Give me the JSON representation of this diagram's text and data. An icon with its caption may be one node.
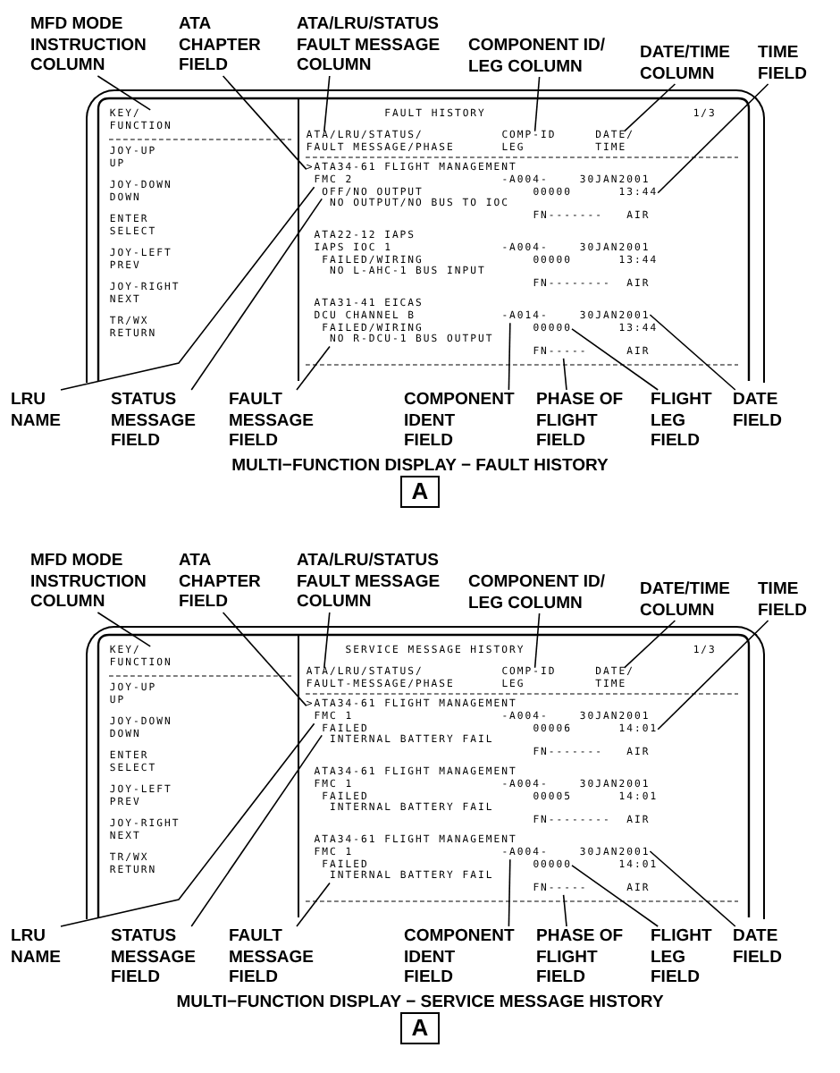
{
  "diagram": {
    "nodes": [
      {
        "text": [
          "MFD MODE INSTRUCTION COLUMN"
        ]
      },
      {
        "text": [
          "ATA CHAPTER FIELD"
        ]
      },
      {
        "text": [
          "ATA/LRU/STATUS FAULT MESSAGE COLUMN"
        ]
      },
      {
        "text": [
          "COMPONENT ID/ LEG COLUMN"
        ]
      },
      {
        "text": [
          "DATE/TIME COLUMN"
        ]
      },
      {
        "text": [
          "TIME FIELD"
        ]
      },
      {
        "text": [
          "FAULT HISTORY",
          "1/3",
          "JOY-UP UP",
          "JOY-DOWN DOWN",
          "ENTER SELECT",
          "JOY-LEFT PREV",
          "JOY-RIGHT NEXT",
          "TR/WX RETURN",
          "-A004-",
          "30JAN2001",
          "00000",
          "NO OUTPUT/NO BUS TO IOC",
          "FN-------",
          "AIR",
          "ATA22-12 IAPS",
          "IAPS IOC 1",
          "-A004-",
          "30JAN2001",
          "FAILED/WIRING",
          "00000",
          "13:44",
          "NO L-AHC-1 BUS INPUT",
          "FN--------",
          "AIR",
          "ATA31-41 EICAS",
          "DCU CHANNEL B",
          "FAILED/WIRING",
          "13:44",
          "AIR"
        ]
      },
      {
        "text": [
          "KEY/ FUNCTION"
        ],
        "in": 6
      },
      {
        "text": [
          "ATA/LRU/STATUS/ FAULT MESSAGE/PHASE"
        ],
        "in": 6
      },
      {
        "text": [
          "COMP-ID LEG"
        ],
        "in": 6
      },
      {
        "text": [
          "DATE/ TIME"
        ],
        "in": 6
      },
      {
        "text": [
          ">ATA34-61 FLIGHT MANAGEMENT"
        ],
        "in": 6
      },
      {
        "text": [
          "FMC 2"
        ],
        "in": 6
      },
      {
        "text": [
          "OFF/NO OUTPUT"
        ],
        "in": 6
      },
      {
        "text": [
          "13:44"
        ],
        "in": 6
      },
      {
        "text": [
          "-A014-"
        ],
        "in": 6
      },
      {
        "text": [
          "30JAN2001"
        ],
        "in": 6
      },
      {
        "text": [
          "00000"
        ],
        "in": 6
      },
      {
        "text": [
          "NO R-DCU-1 BUS OUTPUT"
        ],
        "in": 6
      },
      {
        "text": [
          "FN-----"
        ],
        "in": 6
      },
      {
        "text": [
          "LRU NAME"
        ]
      },
      {
        "text": [
          "STATUS MESSAGE FIELD"
        ]
      },
      {
        "text": [
          "FAULT MESSAGE FIELD"
        ]
      },
      {
        "text": [
          "COMPONENT IDENT FIELD"
        ]
      },
      {
        "text": [
          "PHASE OF FLIGHT FIELD"
        ]
      },
      {
        "text": [
          "FLIGHT LEG FIELD"
        ]
      },
      {
        "text": [
          "DATE FIELD"
        ]
      },
      {
        "text": [
          "A"
        ]
      },
      {
        "text": [
          "MFD MODE INSTRUCTION COLUMN"
        ]
      },
      {
        "text": [
          "ATA CHAPTER FIELD"
        ]
      },
      {
        "text": [
          "ATA/LRU/STATUS FAULT MESSAGE COLUMN"
        ]
      },
      {
        "text": [
          "COMPONENT ID/ LEG COLUMN"
        ]
      },
      {
        "text": [
          "DATE/TIME COLUMN"
        ]
      },
      {
        "text": [
          "TIME FIELD"
        ]
      },
      {
        "text": [
          "SERVICE MESSAGE HISTORY",
          "1/3",
          "JOY-UP UP",
          "JOY-DOWN DOWN",
          "ENTER SELECT",
          "JOY-LEFT PREV",
          "JOY-RIGHT NEXT",
          "TR/WX RETURN",
          "-A004-",
          "30JAN2001",
          "00006",
          "INTERNAL BATTERY FAIL",
          "FN-------",
          "AIR",
          "ATA34-61 FLIGHT MANAGEMENT",
          "FMC 1",
          "-A004-",
          "30JAN2001",
          "FAILED",
          "00005",
          "14:01",
          "INTERNAL BATTERY FAIL",
          "FN--------",
          "AIR",
          "ATA34-61 FLIGHT MANAGEMENT",
          "FMC 1",
          "FAILED",
          "14:01",
          "AIR"
        ]
      },
      {
        "text": [
          "KEY/ FUNCTION"
        ],
        "in": 34
      },
      {
        "text": [
          "ATA/LRU/STATUS/ FAULT-MESSAGE/PHASE"
        ],
        "in": 34
      },
      {
        "text": [
          "COMP-ID LEG"
        ],
        "in": 34
      },
      {
        "text": [
          "DATE/ TIME"
        ],
        "in": 34
      },
      {
        "text": [
          ">ATA34-61 FLIGHT MANAGEMENT"
        ],
        "in": 34
      },
      {
        "text": [
          "FMC 1"
        ],
        "in": 34
      },
      {
        "text": [
          "FAILED"
        ],
        "in": 34
      },
      {
        "text": [
          "14:01"
        ],
        "in": 34
      },
      {
        "text": [
          "-A004-"
        ],
        "in": 34
      },
      {
        "text": [
          "30JAN2001"
        ],
        "in": 34
      },
      {
        "text": [
          "00000"
        ],
        "in": 34
      },
      {
        "text": [
          "INTERNAL BATTERY FAIL"
        ],
        "in": 34
      },
      {
        "text": [
          "FN-----"
        ],
        "in": 34
      },
      {
        "text": [
          "LRU NAME"
        ]
      },
      {
        "text": [
          "STATUS MESSAGE FIELD"
        ]
      },
      {
        "text": [
          "FAULT MESSAGE FIELD"
        ]
      },
      {
        "text": [
          "COMPONENT IDENT FIELD"
        ]
      },
      {
        "text": [
          "PHASE OF FLIGHT FIELD"
        ]
      },
      {
        "text": [
          "FLIGHT LEG FIELD"
        ]
      },
      {
        "text": [
          "DATE FIELD"
        ]
      },
      {
        "text": [
          "A"
        ]
      }
    ],
    "edges": [
      {
        "from": 0,
        "to": 7,
        "arrow": "none"
      },
      {
        "from": 1,
        "to": 11,
        "arrow": "none"
      },
      {
        "from": 2,
        "to": 8,
        "arrow": "none"
      },
      {
        "from": 3,
        "to": 9,
        "arrow": "none"
      },
      {
        "from": 4,
        "to": 10,
        "arrow": "none"
      },
      {
        "from": 5,
        "to": 14,
        "arrow": "none"
      },
      {
        "from": 20,
        "to": 12,
        "arrow": "none"
      },
      {
        "from": 21,
        "to": 13,
        "arrow": "none"
      },
      {
        "from": 22,
        "to": 18,
        "arrow": "none"
      },
      {
        "from": 23,
        "to": 15,
        "arrow": "none"
      },
      {
        "from": 24,
        "to": 19,
        "arrow": "none"
      },
      {
        "from": 25,
        "to": 17,
        "arrow": "none"
      },
      {
        "from": 26,
        "to": 16,
        "arrow": "none"
      },
      {
        "from": 28,
        "to": 35,
        "arrow": "none"
      },
      {
        "from": 29,
        "to": 39,
        "arrow": "none"
      },
      {
        "from": 30,
        "to": 36,
        "arrow": "none"
      },
      {
        "from": 31,
        "to": 37,
        "arrow": "none"
      },
      {
        "from": 32,
        "to": 38,
        "arrow": "none"
      },
      {
        "from": 33,
        "to": 42,
        "arrow": "none"
      },
      {
        "from": 48,
        "to": 40,
        "arrow": "none"
      },
      {
        "from": 49,
        "to": 41,
        "arrow": "none"
      },
      {
        "from": 50,
        "to": 46,
        "arrow": "none"
      },
      {
        "from": 51,
        "to": 43,
        "arrow": "none"
      },
      {
        "from": 52,
        "to": 47,
        "arrow": "none"
      },
      {
        "from": 53,
        "to": 45,
        "arrow": "none"
      },
      {
        "from": 54,
        "to": 44,
        "arrow": "none"
      }
    ],
    "labels": [
      "MULTI−FUNCTION DISPLAY − FAULT HISTORY",
      "MULTI−FUNCTION DISPLAY − SERVICE MESSAGE HISTORY"
    ]
  }
}
